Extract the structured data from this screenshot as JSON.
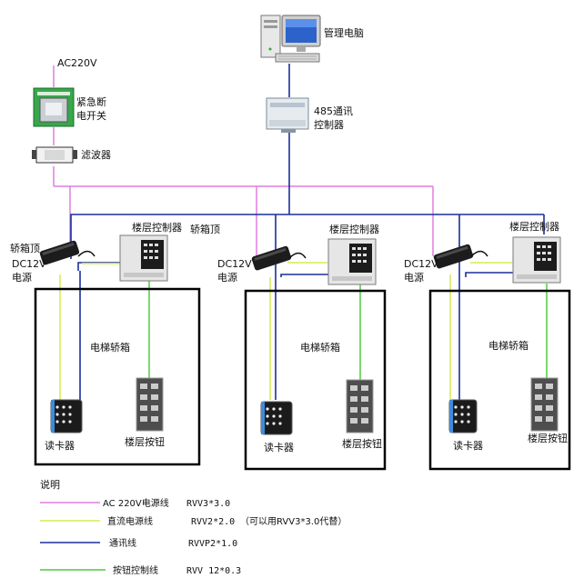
{
  "colors": {
    "ac_line": "#e07de0",
    "dc_line": "#dcef6a",
    "comm_line": "#1a2f9c",
    "button_line": "#4ccc3c",
    "box_border": "#000000"
  },
  "top": {
    "computer_label": "管理电脑",
    "converter_label_1": "485通讯",
    "converter_label_2": "控制器",
    "ac_label": "AC220V",
    "switch_label_1": "紧急断",
    "switch_label_2": "电开关",
    "filter_label": "滤波器"
  },
  "units": [
    {
      "roof": "轿箱顶",
      "psu_1": "DC12V",
      "psu_2": "电源",
      "floor_ctrl": "楼层控制器",
      "car": "电梯轿箱",
      "reader": "读卡器",
      "buttons": "楼层按钮"
    },
    {
      "roof": "轿箱顶",
      "psu_1": "DC12V",
      "psu_2": "电源",
      "floor_ctrl": "楼层控制器",
      "car": "电梯轿箱",
      "reader": "读卡器",
      "buttons": "楼层按钮"
    },
    {
      "roof": "",
      "psu_1": "DC12V",
      "psu_2": "电源",
      "floor_ctrl": "楼层控制器",
      "car": "电梯轿箱",
      "reader": "读卡器",
      "buttons": "楼层按钮"
    }
  ],
  "legend": {
    "title": "说明",
    "items": [
      {
        "name": "AC 220V电源线",
        "spec": "RVV3*3.0",
        "note": "",
        "color": "#e07de0"
      },
      {
        "name": "直流电源线",
        "spec": "RVV2*2.0",
        "note": "（可以用RVV3*3.0代替）",
        "color": "#dcef6a"
      },
      {
        "name": "通讯线",
        "spec": "RVVP2*1.0",
        "note": "",
        "color": "#1a2f9c"
      },
      {
        "name": "按钮控制线",
        "spec": "RVV 12*0.3",
        "note": "",
        "color": "#4ccc3c"
      }
    ]
  }
}
